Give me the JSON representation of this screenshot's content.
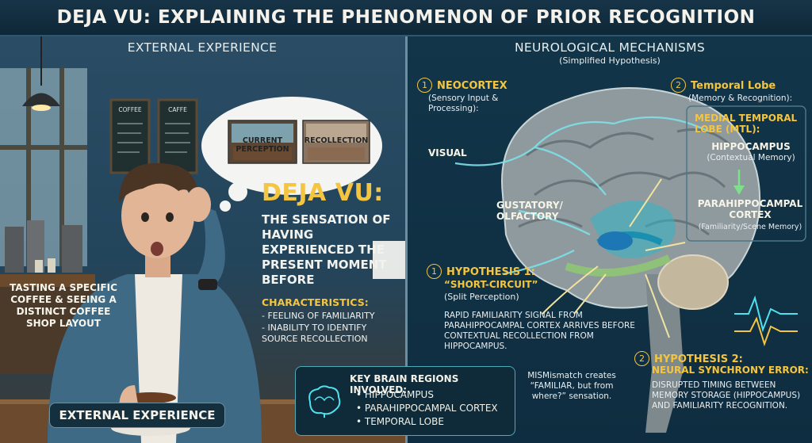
{
  "title": "DEJA VU: EXPLAINING THE PHENOMENON OF PRIOR RECOGNITION",
  "left": {
    "header": "EXTERNAL EXPERIENCE",
    "cafe_signs": [
      "COFFEE",
      "CAFFE"
    ],
    "thought_labels": [
      "CURRENT PERCEPTION",
      "RECOLLECTION"
    ],
    "scene_caption": "TASTING A SPECIFIC COFFEE & SEEING A DISTINCT COFFEE SHOP LAYOUT",
    "footer_button": "EXTERNAL EXPERIENCE",
    "deja_title": "DEJA VU:",
    "definition": "THE SENSATION OF HAVING EXPERIENCED THE PRESENT MOMENT BEFORE",
    "characteristics_title": "CHARACTERISTICS:",
    "characteristics": [
      "- FEELING OF FAMILIARITY",
      "- INABILITY TO IDENTIFY SOURCE RECOLLECTION"
    ]
  },
  "right": {
    "header": "NEUROLOGICAL MECHANISMS",
    "subheader": "(Simplified Hypothesis)",
    "neocortex": {
      "num": "1",
      "title": "NEOCORTEX",
      "desc": "(Sensory Input & Processing):"
    },
    "temporal": {
      "num": "2",
      "title": "Temporal Lobe",
      "desc": "(Memory & Recognition):"
    },
    "visual": "VISUAL",
    "gustatory": "GUSTATORY/ OLFACTORY",
    "mtl": "MEDIAL TEMPORAL LOBE (MTL):",
    "hippocampus": "HIPPOCAMPUS",
    "hippocampus_desc": "(Contextual Memory)",
    "parahippo": "PARAHIPPOCAMPAL CORTEX",
    "parahippo_desc": "(Familiarity/Scene Memory)",
    "hyp1": {
      "num": "1",
      "title": "HYPOTHESIS 1:",
      "name": "“SHORT-CIRCUIT”",
      "desc": "(Split Perception)"
    },
    "hyp1_text": "RAPID FAMILIARITY SIGNAL FROM PARAHIPPOCAMPAL CORTEX ARRIVES BEFORE CONTEXTUAL RECOLLECTION FROM HIPPOCAMPUS.",
    "mismatch": "MISMismatch creates “FAMILIAR, but from where?” sensation.",
    "hyp2": {
      "num": "2",
      "title": "HYPOTHESIS 2:",
      "name": "NEURAL SYNCHRONY ERROR:"
    },
    "hyp2_text": "DISRUPTED TIMING BETWEEN MEMORY STORAGE (HIPPOCAMPUS) AND FAMILIARITY RECOGNITION."
  },
  "key": {
    "title": "KEY BRAIN REGIONS INVOLVED:",
    "items": [
      "• HIPPOCAMPUS",
      "• PARAHIPPOCAMPAL CORTEX",
      "• TEMPORAL LOBE"
    ]
  }
}
